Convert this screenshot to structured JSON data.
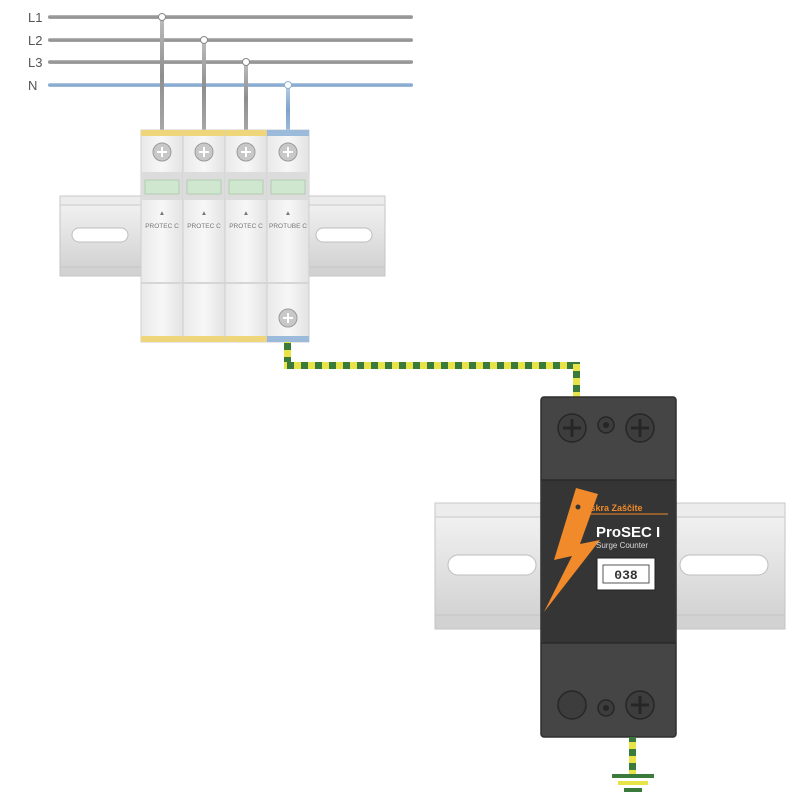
{
  "bus_lines": [
    {
      "label": "L1",
      "color": "#9a9a9a"
    },
    {
      "label": "L2",
      "color": "#9a9a9a"
    },
    {
      "label": "L3",
      "color": "#9a9a9a"
    },
    {
      "label": "N",
      "color": "#8fb1d4"
    }
  ],
  "spd_modules": [
    {
      "label": "PROTEC C",
      "cap_color": "#f0d67a"
    },
    {
      "label": "PROTEC C",
      "cap_color": "#f0d67a"
    },
    {
      "label": "PROTEC C",
      "cap_color": "#f0d67a"
    },
    {
      "label": "PROTUBE C",
      "cap_color": "#9cbad9"
    }
  ],
  "counter": {
    "brand": "Iskra Zaščite",
    "product": "ProSEC I",
    "subtitle": "Surge Counter",
    "count": "038",
    "accent_color": "#f08a2a",
    "body_color": "#454545"
  },
  "ground_wire_colors": [
    "#3a7a3a",
    "#e9e34a"
  ],
  "icons": [
    "terminal-screw-icon",
    "lightning-bolt-icon",
    "ground-symbol-icon"
  ]
}
